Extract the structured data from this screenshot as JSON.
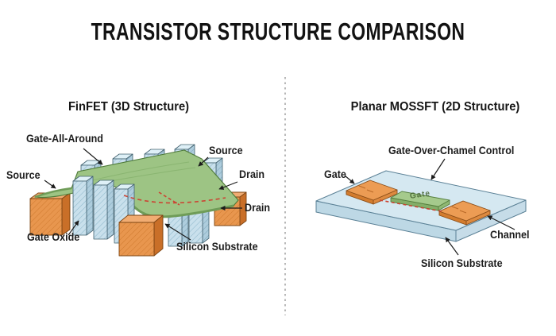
{
  "title": "TRANSISTOR STRUCTURE COMPARISON",
  "left_panel": {
    "heading": "FinFET (3D Structure)",
    "labels": {
      "gate_all_around": "Gate-All-Around",
      "source_left": "Source",
      "source_right": "Source",
      "drain_upper": "Drain",
      "drain_lower": "Drain",
      "gate_oxide": "Gate Oxide",
      "silicon_substrate": "Silicon Substrate"
    }
  },
  "right_panel": {
    "heading": "Planar MOSSFT (2D Structure)",
    "labels": {
      "gate_over_channel": "Gate-Over-Chamel Control",
      "gate_pointer": "Gate",
      "gate_on_block": "Gate",
      "channel": "Channel",
      "silicon_substrate": "Silicon Substrate"
    }
  },
  "colors": {
    "fin_blue": "#c9e0ec",
    "gate_green": "#9dc484",
    "contact_orange": "#e8964e",
    "substrate_blue": "#d5e8f1",
    "channel_dashed_red": "#cc4433",
    "text": "#1c1c1c",
    "divider_gray": "#9a9a9a"
  }
}
